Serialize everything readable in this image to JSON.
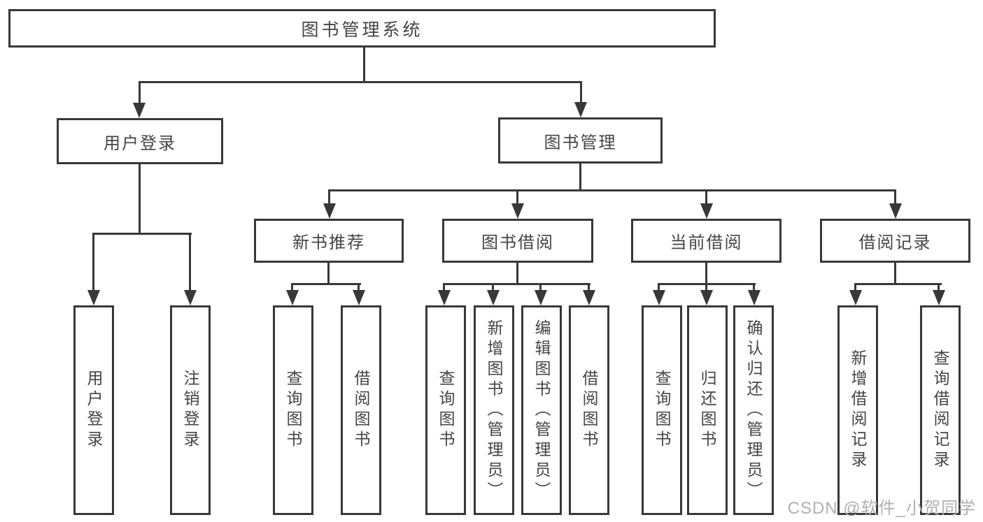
{
  "diagram": {
    "root": {
      "label": "图书管理系统"
    },
    "branches": [
      {
        "label": "用户登录",
        "leaves": [
          "用户登录",
          "注销登录"
        ]
      },
      {
        "label": "图书管理",
        "groups": [
          {
            "label": "新书推荐",
            "leaves": [
              "查询图书",
              "借阅图书"
            ]
          },
          {
            "label": "图书借阅",
            "leaves": [
              "查询图书",
              "新增图书（管理员）",
              "编辑图书（管理员）",
              "借阅图书"
            ]
          },
          {
            "label": "当前借阅",
            "leaves": [
              "查询图书",
              "归还图书",
              "确认归还（管理员）"
            ]
          },
          {
            "label": "借阅记录",
            "leaves": [
              "新增借阅记录",
              "查询借阅记录"
            ]
          }
        ]
      }
    ]
  },
  "watermark": {
    "text": "CSDN @软件_小贺同学"
  },
  "colors": {
    "line": "#383838",
    "box_border": "#383838",
    "text": "#454545",
    "watermark": "#b0b0b0",
    "background": "#ffffff"
  }
}
